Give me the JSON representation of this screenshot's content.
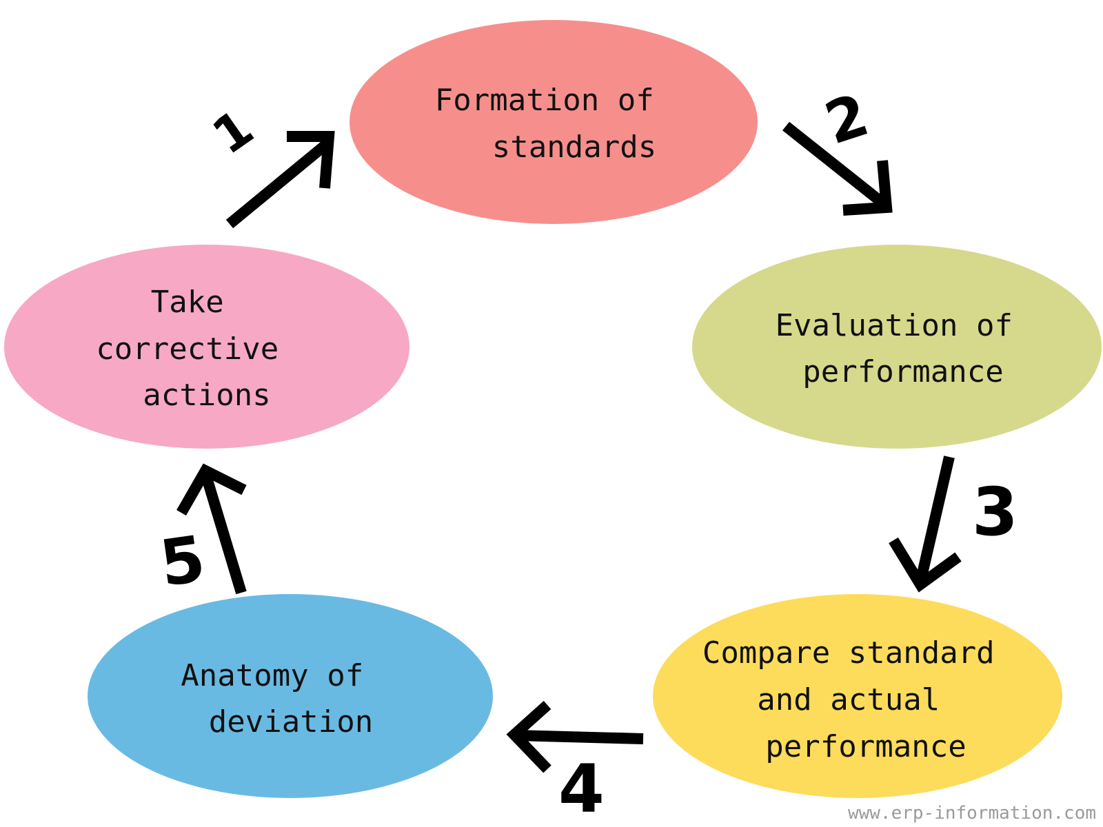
{
  "diagram": {
    "nodes": [
      {
        "id": "formation",
        "lines": [
          "Formation of",
          "standards"
        ],
        "color": "#F68F8C"
      },
      {
        "id": "evaluation",
        "lines": [
          "Evaluation of",
          "performance"
        ],
        "color": "#D6D98C"
      },
      {
        "id": "compare",
        "lines": [
          "Compare standard",
          "and actual",
          "performance"
        ],
        "color": "#FDDC5C"
      },
      {
        "id": "anatomy",
        "lines": [
          "Anatomy of",
          "deviation"
        ],
        "color": "#69BAE3"
      },
      {
        "id": "corrective",
        "lines": [
          "Take",
          "corrective",
          "actions"
        ],
        "color": "#F7A8C4"
      }
    ],
    "steps": [
      "1",
      "2",
      "3",
      "4",
      "5"
    ],
    "edges": [
      {
        "from": "corrective",
        "to": "formation",
        "label": "1"
      },
      {
        "from": "formation",
        "to": "evaluation",
        "label": "2"
      },
      {
        "from": "evaluation",
        "to": "compare",
        "label": "3"
      },
      {
        "from": "compare",
        "to": "anatomy",
        "label": "4"
      },
      {
        "from": "anatomy",
        "to": "corrective",
        "label": "5"
      }
    ]
  },
  "watermark": "www.erp-information.com"
}
